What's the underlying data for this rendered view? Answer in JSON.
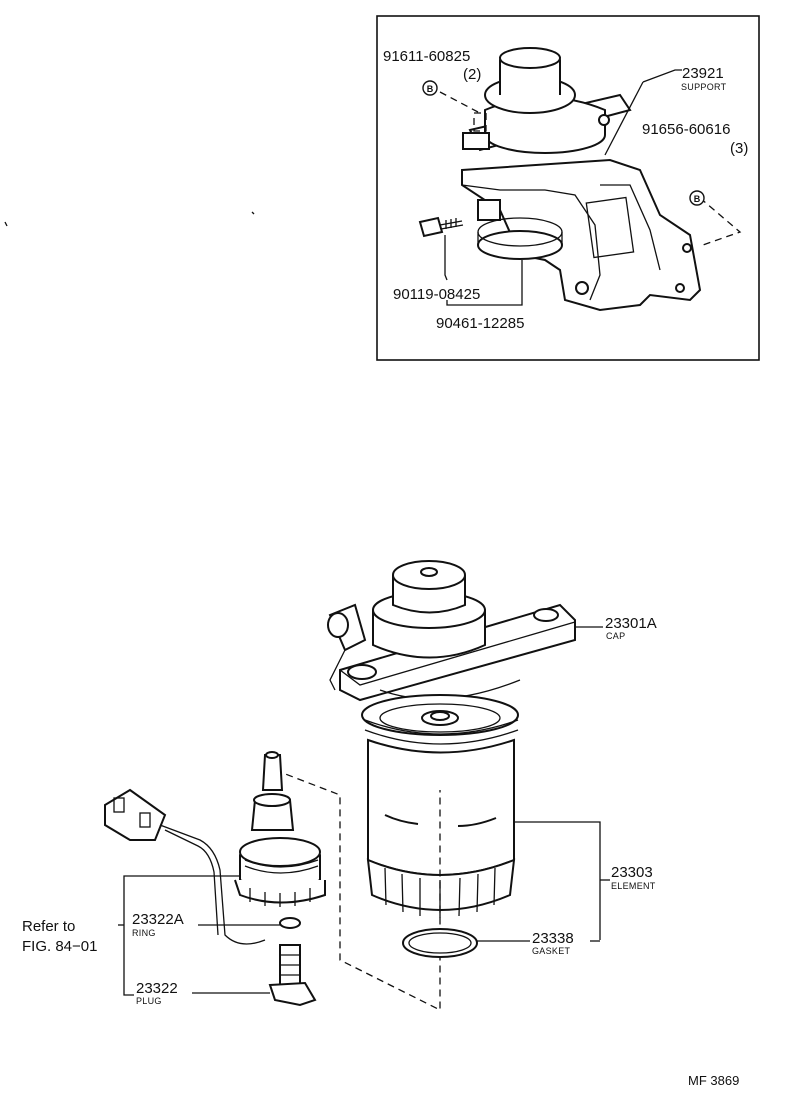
{
  "labels": {
    "p91611": {
      "num": "91611-60825",
      "qty": "(2)",
      "badge": "B"
    },
    "p23921": {
      "num": "23921",
      "name": "SUPPORT"
    },
    "p91656": {
      "num": "91656-60616",
      "qty": "(3)",
      "badge": "B"
    },
    "p90119": {
      "num": "90119-08425"
    },
    "p90461": {
      "num": "90461-12285"
    },
    "p23301A": {
      "num": "23301A",
      "name": "CAP"
    },
    "p23303": {
      "num": "23303",
      "name": "ELEMENT"
    },
    "p23338": {
      "num": "23338",
      "name": "GASKET"
    },
    "p23322A": {
      "num": "23322A",
      "name": "RING"
    },
    "p23322": {
      "num": "23322",
      "name": "PLUG"
    }
  },
  "reference": {
    "line1": "Refer to",
    "line2": "FIG. 84−01"
  },
  "figure_code": "MF 3869"
}
